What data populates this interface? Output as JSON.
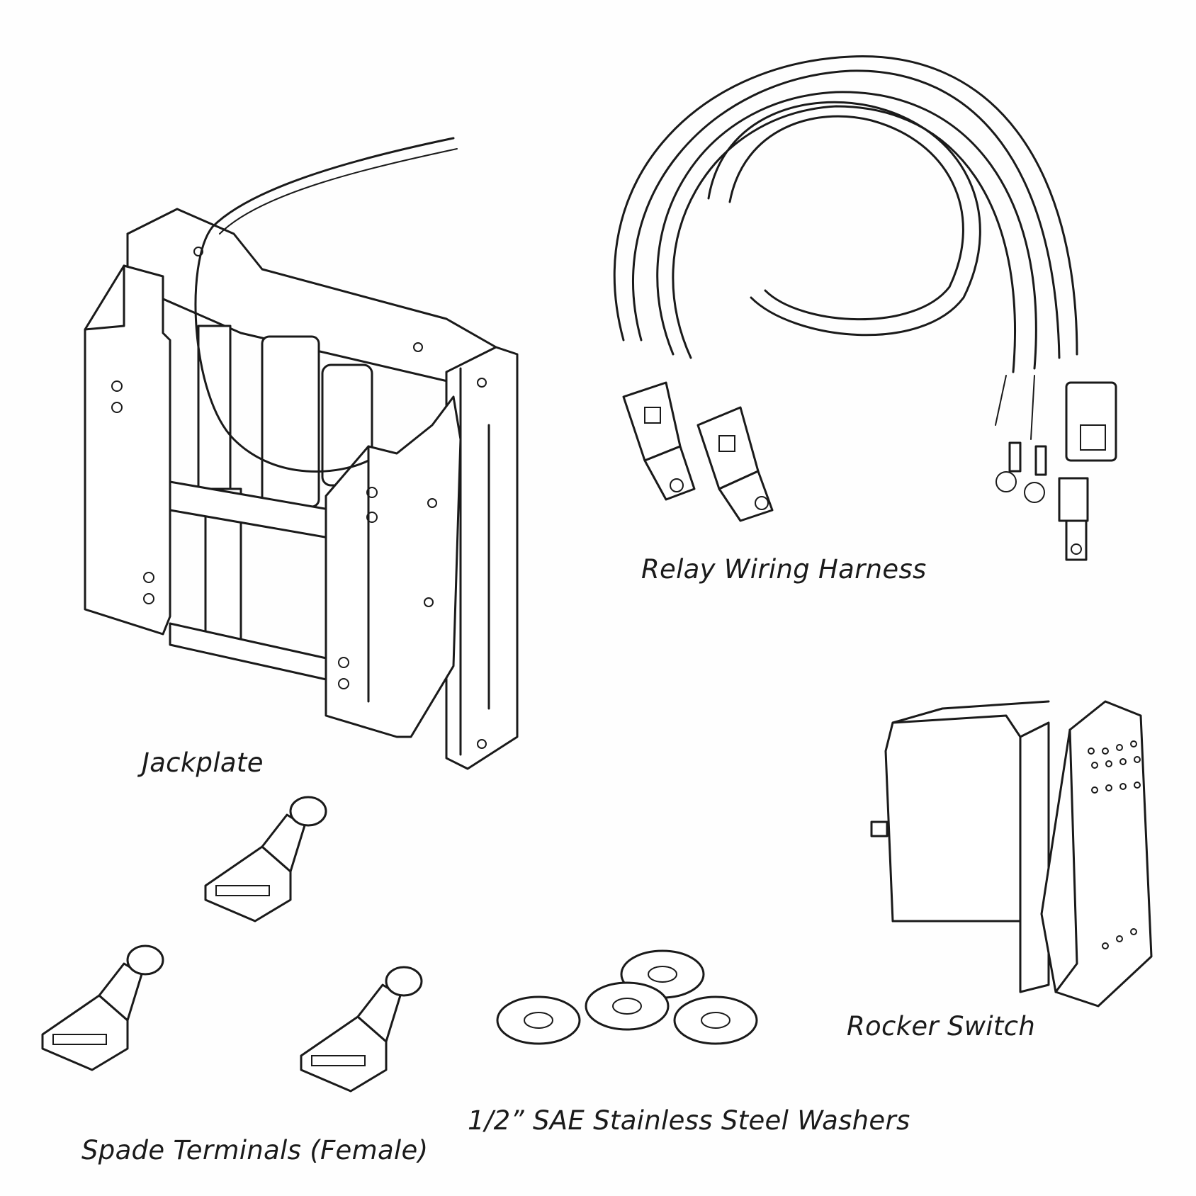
{
  "labels": {
    "jackplate": "Jackplate",
    "relay_harness": "Relay Wiring Harness",
    "rocker_switch": "Rocker Switch",
    "spade_terminals": "Spade Terminals (Female)",
    "washers": "1/2” SAE Stainless Steel Washers"
  },
  "counts": {
    "spade_terminals": 3,
    "washers": 4
  }
}
